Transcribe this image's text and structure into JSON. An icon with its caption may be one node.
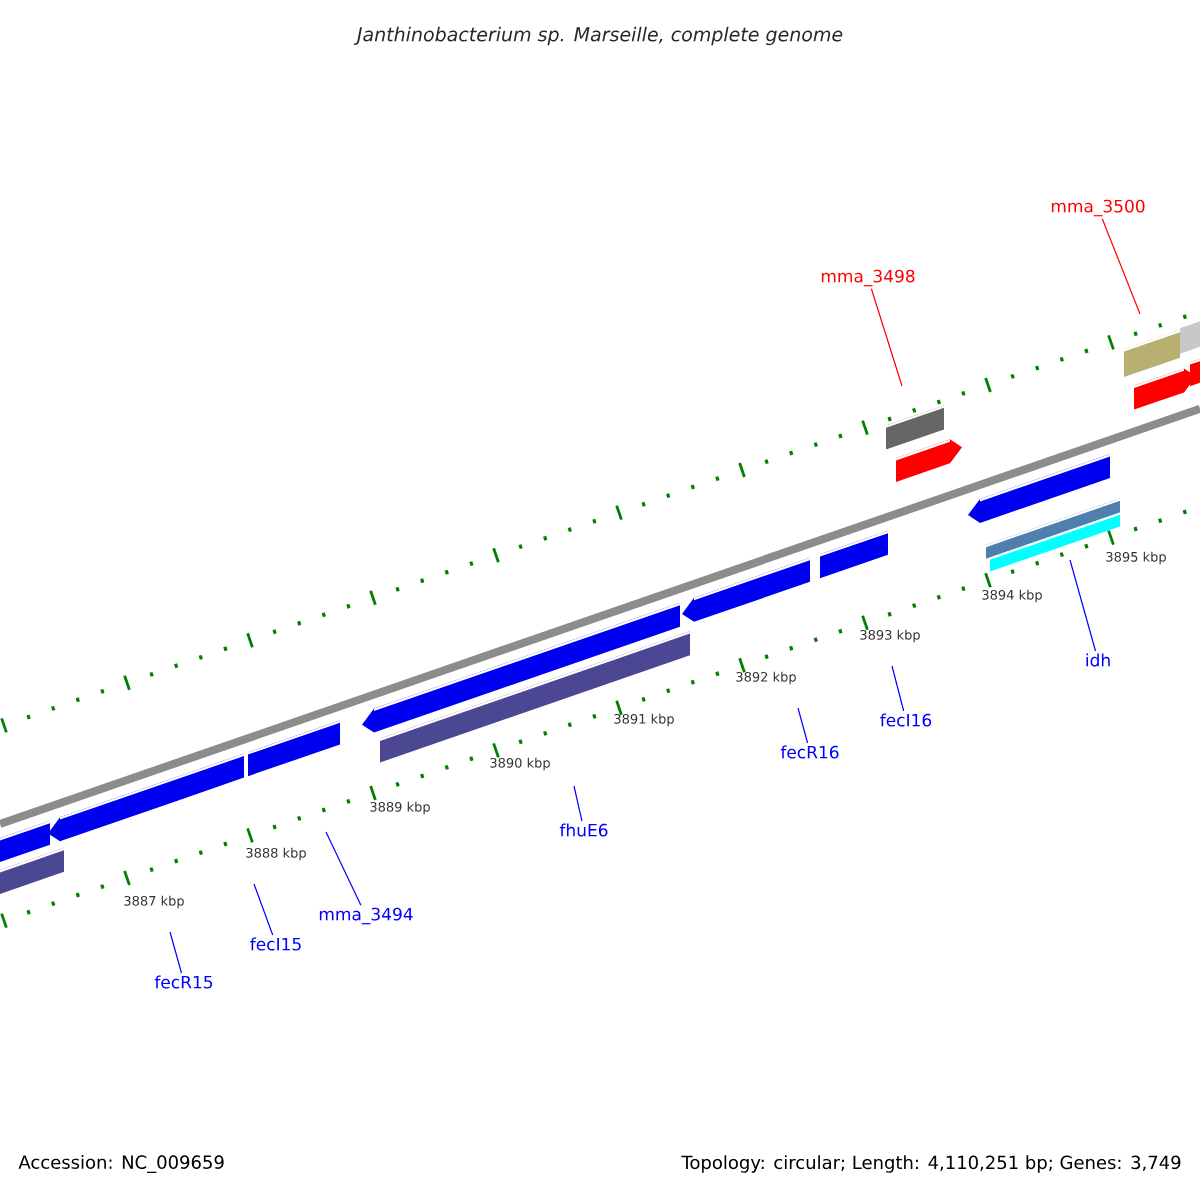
{
  "diagram": {
    "title": "Janthinobacterium sp. Marseille, complete genome",
    "nodes": [
      {
        "text": [
          "fecR15"
        ]
      },
      {
        "text": [
          "fecI15"
        ]
      },
      {
        "text": [
          "mma_3494"
        ]
      },
      {
        "text": [
          "fhuE6"
        ]
      },
      {
        "text": [
          "fecR16"
        ]
      },
      {
        "text": [
          "fecI16"
        ]
      },
      {
        "text": [
          "idh"
        ]
      },
      {
        "text": [
          "mma_3498"
        ]
      },
      {
        "text": [
          "mma_3500"
        ]
      }
    ],
    "edges": [
      {
        "from": 0,
        "to": null,
        "arrow": "none"
      },
      {
        "from": 1,
        "to": null,
        "arrow": "none"
      },
      {
        "from": 2,
        "to": null,
        "arrow": "none"
      },
      {
        "from": 3,
        "to": null,
        "arrow": "none"
      },
      {
        "from": 4,
        "to": null,
        "arrow": "none"
      },
      {
        "from": 5,
        "to": null,
        "arrow": "none"
      },
      {
        "from": 6,
        "to": null,
        "arrow": "none"
      },
      {
        "from": 7,
        "to": null,
        "arrow": "none",
        "color": "#ff0000"
      },
      {
        "from": 8,
        "to": null,
        "arrow": "none",
        "color": "#ff0000"
      }
    ],
    "labels": [
      "3887 kbp",
      "3888 kbp",
      "3889 kbp",
      "3890 kbp",
      "3891 kbp",
      "3892 kbp",
      "3893 kbp",
      "3894 kbp",
      "3895 kbp",
      "Accession: NC_009659",
      "Topology: circular; Length: 4,110,251 bp; Genes: 3,749"
    ]
  }
}
